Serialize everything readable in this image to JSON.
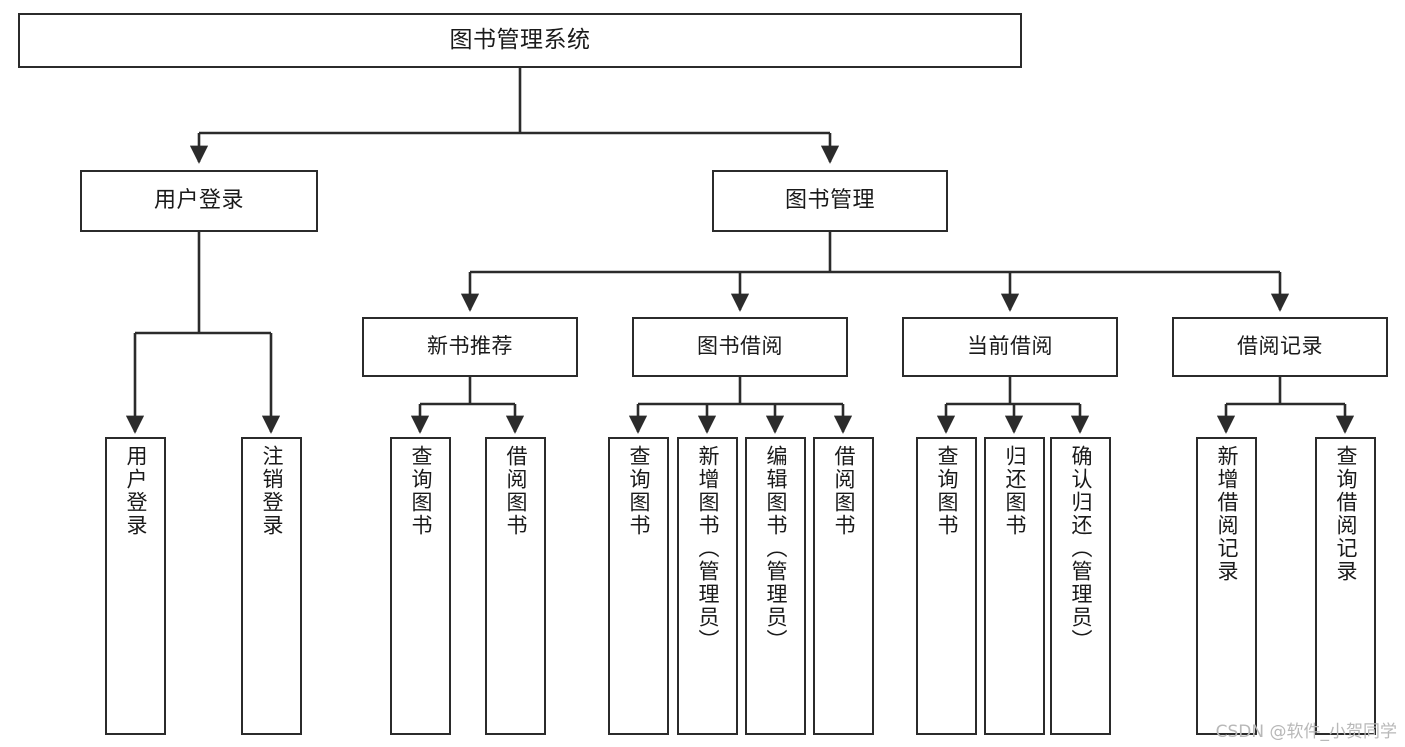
{
  "diagram": {
    "title": "图书管理系统",
    "type": "tree-hierarchy-chart",
    "stroke_color": "#2b2b2b",
    "fill_color": "#ffffff",
    "text_color": "#1a1a1a"
  },
  "nodes": {
    "root": {
      "label": "图书管理系统"
    },
    "level2": [
      {
        "id": "user-login",
        "label": "用户登录"
      },
      {
        "id": "book-management",
        "label": "图书管理"
      }
    ],
    "level3": [
      {
        "id": "new-book-recommend",
        "label": "新书推荐"
      },
      {
        "id": "book-borrow",
        "label": "图书借阅"
      },
      {
        "id": "current-borrow",
        "label": "当前借阅"
      },
      {
        "id": "borrow-record",
        "label": "借阅记录"
      }
    ],
    "leaves": {
      "user-login": [
        {
          "id": "leaf-user-login",
          "label": "用户登录"
        },
        {
          "id": "leaf-logout-login",
          "label": "注销登录"
        }
      ],
      "new-book-recommend": [
        {
          "id": "leaf-query-book-1",
          "label": "查询图书"
        },
        {
          "id": "leaf-borrow-book-1",
          "label": "借阅图书"
        }
      ],
      "book-borrow": [
        {
          "id": "leaf-query-book-2",
          "label": "查询图书"
        },
        {
          "id": "leaf-add-book",
          "label": "新增图书（管理员）"
        },
        {
          "id": "leaf-edit-book",
          "label": "编辑图书（管理员）"
        },
        {
          "id": "leaf-borrow-book-2",
          "label": "借阅图书"
        }
      ],
      "current-borrow": [
        {
          "id": "leaf-query-book-3",
          "label": "查询图书"
        },
        {
          "id": "leaf-return-book",
          "label": "归还图书"
        },
        {
          "id": "leaf-confirm-return",
          "label": "确认归还（管理员）"
        }
      ],
      "borrow-record": [
        {
          "id": "leaf-add-record",
          "label": "新增借阅记录"
        },
        {
          "id": "leaf-query-record",
          "label": "查询借阅记录"
        }
      ]
    }
  },
  "watermark": {
    "text": "CSDN @软件_小贺同学"
  }
}
